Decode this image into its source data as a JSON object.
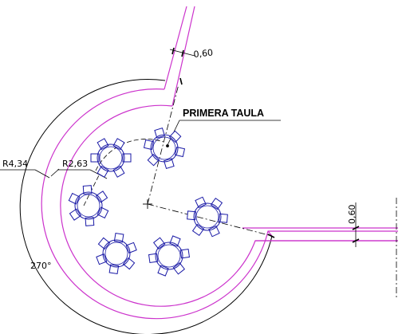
{
  "colors": {
    "wall": "#cc33cc",
    "furniture": "#1a1aa6",
    "annotation": "#000000",
    "background": "#ffffff"
  },
  "labels": {
    "table_label": "PRIMERA TAULA",
    "outer_radius": "R4,34",
    "inner_radius": "R2,63",
    "width_top": "0,60",
    "width_right": "0,60",
    "angle": "270°"
  },
  "furniture": {
    "table_count": 6,
    "chairs_per_table": 6
  }
}
